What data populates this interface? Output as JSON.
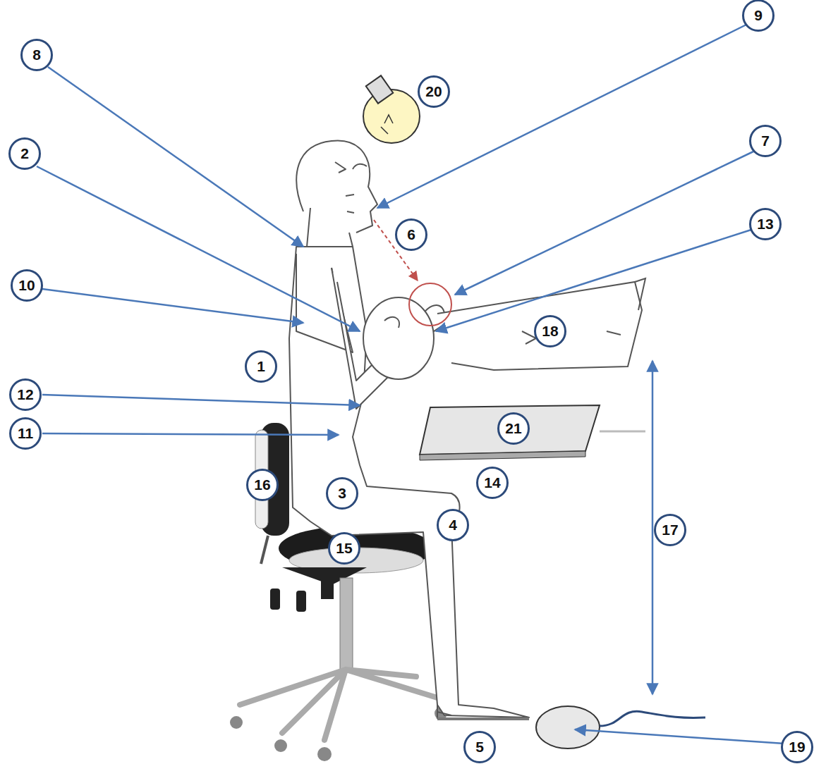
{
  "diagram": {
    "labels": [
      "8",
      "9",
      "20",
      "2",
      "7",
      "13",
      "6",
      "10",
      "18",
      "1",
      "12",
      "11",
      "21",
      "16",
      "3",
      "14",
      "4",
      "17",
      "15",
      "5",
      "19"
    ]
  }
}
